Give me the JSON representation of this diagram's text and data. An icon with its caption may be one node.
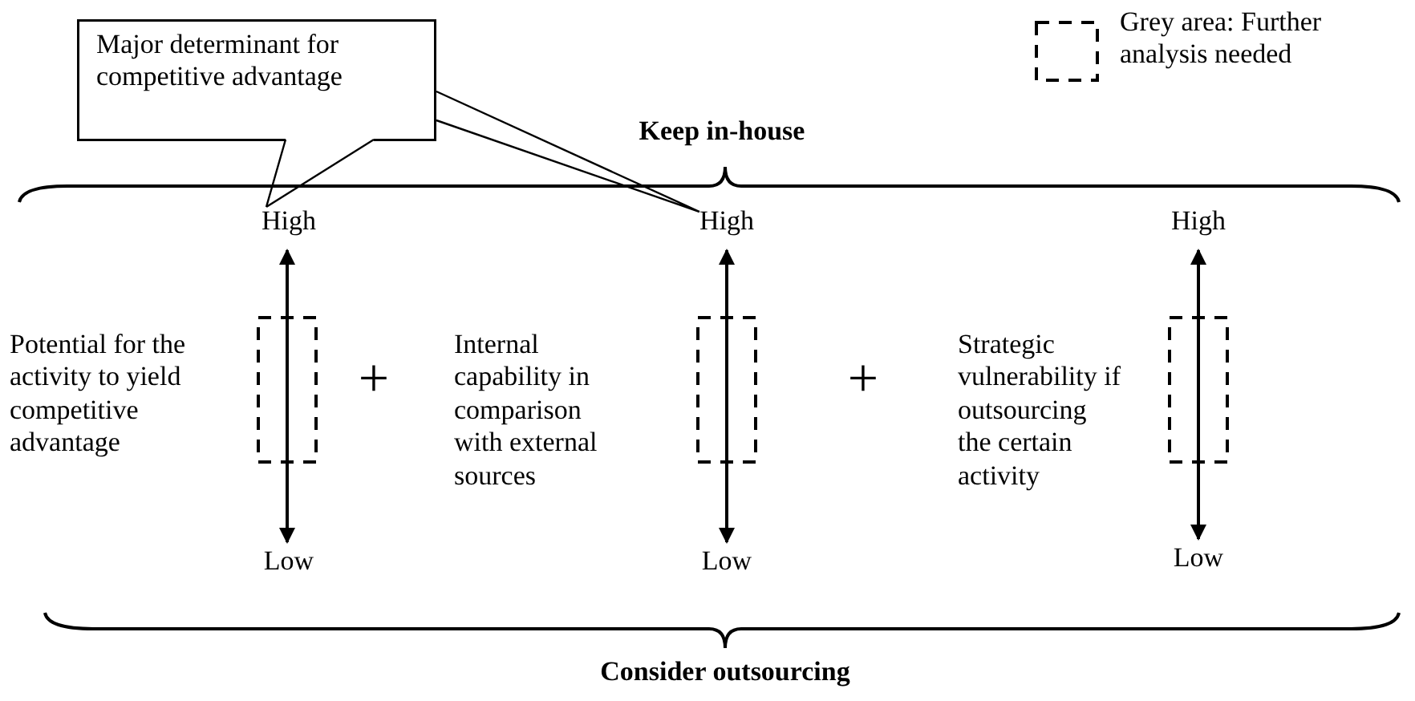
{
  "diagram": {
    "nodes": [
      {
        "text": [
          "Major determinant for competitive advantage"
        ]
      },
      {
        "text": [
          "High"
        ]
      },
      {
        "text": [
          "Low"
        ]
      },
      {
        "text": [
          "High"
        ]
      },
      {
        "text": [
          "Low"
        ]
      },
      {
        "text": [
          "High"
        ]
      },
      {
        "text": [
          "Low"
        ]
      },
      {
        "text": [],
        "shape": "box"
      },
      {
        "text": [],
        "shape": "box"
      },
      {
        "text": [],
        "shape": "box"
      }
    ],
    "edges": [
      {
        "from": 0,
        "to": 1,
        "arrow": "none"
      },
      {
        "from": 0,
        "to": 3,
        "arrow": "none"
      },
      {
        "from": 7,
        "to": 1,
        "arrow": "to"
      },
      {
        "from": 7,
        "to": 2,
        "arrow": "to"
      },
      {
        "from": 8,
        "to": 3,
        "arrow": "to"
      },
      {
        "from": 8,
        "to": 4,
        "arrow": "to"
      },
      {
        "from": 9,
        "to": 5,
        "arrow": "to"
      },
      {
        "from": 9,
        "to": 6,
        "arrow": "to"
      }
    ],
    "labels": [
      "Keep in-house",
      "Potential for the activity to yield competitive advantage",
      "+",
      "Internal capability in comparison with external sources",
      "+",
      "Strategic vulnerability if outsourcing the certain activity",
      "Consider outsourcing"
    ],
    "legend": [
      {
        "text": "Grey area: Further analysis needed"
      }
    ]
  }
}
